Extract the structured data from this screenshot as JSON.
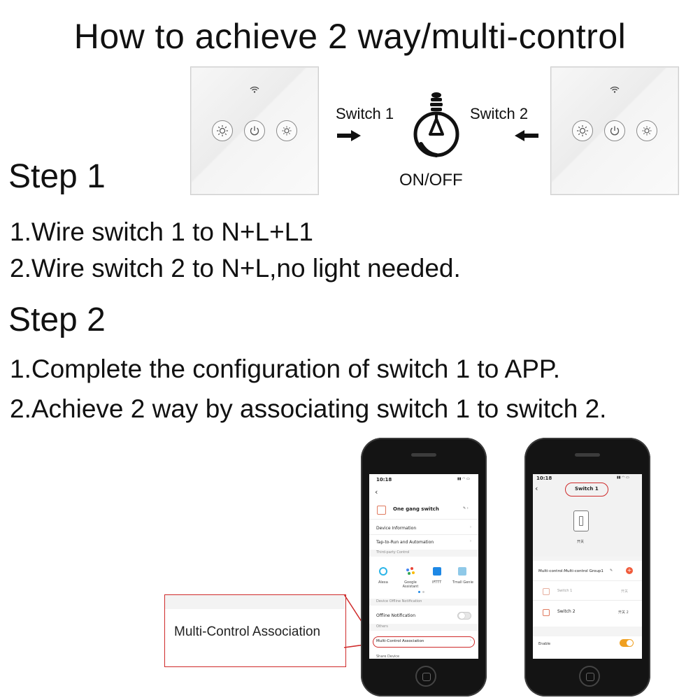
{
  "title": "How to achieve 2 way/multi-control",
  "diagram": {
    "switch1_label": "Switch 1",
    "switch2_label": "Switch 2",
    "bulb_caption": "ON/OFF"
  },
  "step1": {
    "heading": "Step 1",
    "lines": [
      "1.Wire switch 1 to N+L+L1",
      "2.Wire switch 2 to N+L,no light needed."
    ]
  },
  "step2": {
    "heading": "Step 2",
    "lines": [
      "1.Complete the configuration of switch 1 to APP.",
      "2.Achieve 2 way by associating switch 1 to switch 2."
    ]
  },
  "callout": {
    "label": "Multi-Control Association"
  },
  "phone1": {
    "time": "10:18",
    "device_name": "One gang switch",
    "menu": [
      "Device Information",
      "Tap-to-Run and Automation"
    ],
    "third_party_heading": "Third-party Control",
    "third_party": [
      "Alexa",
      "Google Assistant",
      "IFTTT",
      "Tmall Genie"
    ],
    "offline_heading": "Device Offline Notification",
    "offline_label": "Offline Notification",
    "others_heading": "Others",
    "multi_control": "Multi-Control Association",
    "cut_row": "Share Device"
  },
  "phone2": {
    "time": "10:18",
    "header": "Switch 1",
    "device_caption": "开关",
    "group_label": "Multi-control:Multi-control Group1",
    "rows": [
      {
        "name": "Switch 1",
        "value": "开关"
      },
      {
        "name": "Switch 2",
        "value": "开关 2"
      }
    ],
    "enable_label": "Enable"
  },
  "colors": {
    "accent_red": "#cf2a2a",
    "toggle_orange": "#f0a020",
    "text": "#111111"
  }
}
